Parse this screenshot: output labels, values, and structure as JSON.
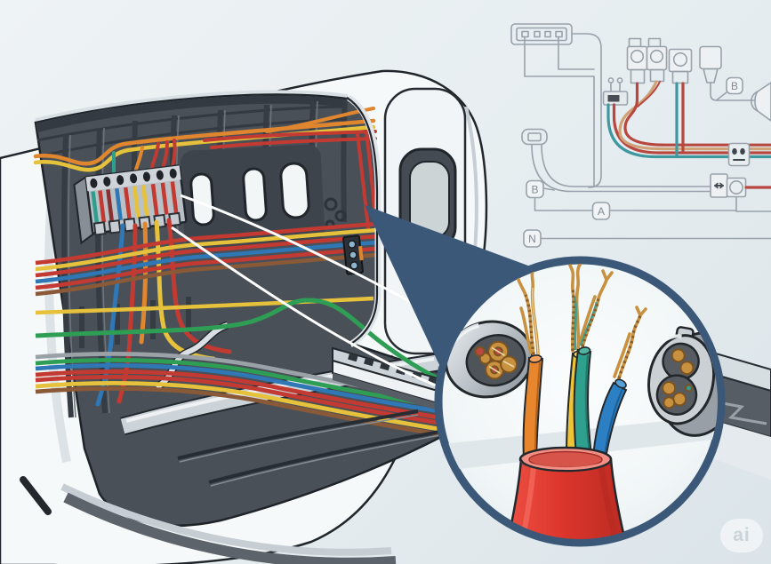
{
  "meta": {
    "description": "Technical illustration: cutaway of an aircraft fuselage revealing colored wiring harnesses and a terminal block, a simplified wiring schematic with labels B, A and N, and a magnified circular inset of a stripped four-conductor cable between two round connectors."
  },
  "palette": {
    "background_top": "#eef3f5",
    "background_bottom": "#dbe4e9",
    "accent_navy": "#3b5878",
    "schematic_line": "#98a2ab",
    "fuselage_white": "#f6f9fa",
    "interior_gray": "#4a5058",
    "wire_red": "#c23a32",
    "wire_orange": "#e0862e",
    "wire_yellow": "#e6c23c",
    "wire_blue": "#2f77b5",
    "wire_green": "#2f9e55",
    "wire_teal": "#2f9e8e",
    "wire_brown": "#8a5a38",
    "copper": "#c8913f"
  },
  "schematic": {
    "labels": {
      "b_left": "B",
      "b_right": "B",
      "a": "A",
      "n": "N"
    },
    "component_names": [
      "multi-pin-connector",
      "indicator-lamp",
      "toggle-switch",
      "solenoid-valve",
      "solenoid-valve",
      "relay",
      "plug-connector",
      "horn",
      "inline-module",
      "reversing-switch-box",
      "motor",
      "wire-bus"
    ]
  },
  "inset": {
    "jacket_color": "#dd362c",
    "wires": [
      {
        "name": "orange-conductor",
        "color": "#e8862e"
      },
      {
        "name": "yellow-conductor",
        "color": "#edc437"
      },
      {
        "name": "teal-conductor",
        "color": "#2fa08e"
      },
      {
        "name": "blue-conductor",
        "color": "#2b7fc2"
      }
    ]
  },
  "watermark": {
    "text": "ai"
  }
}
